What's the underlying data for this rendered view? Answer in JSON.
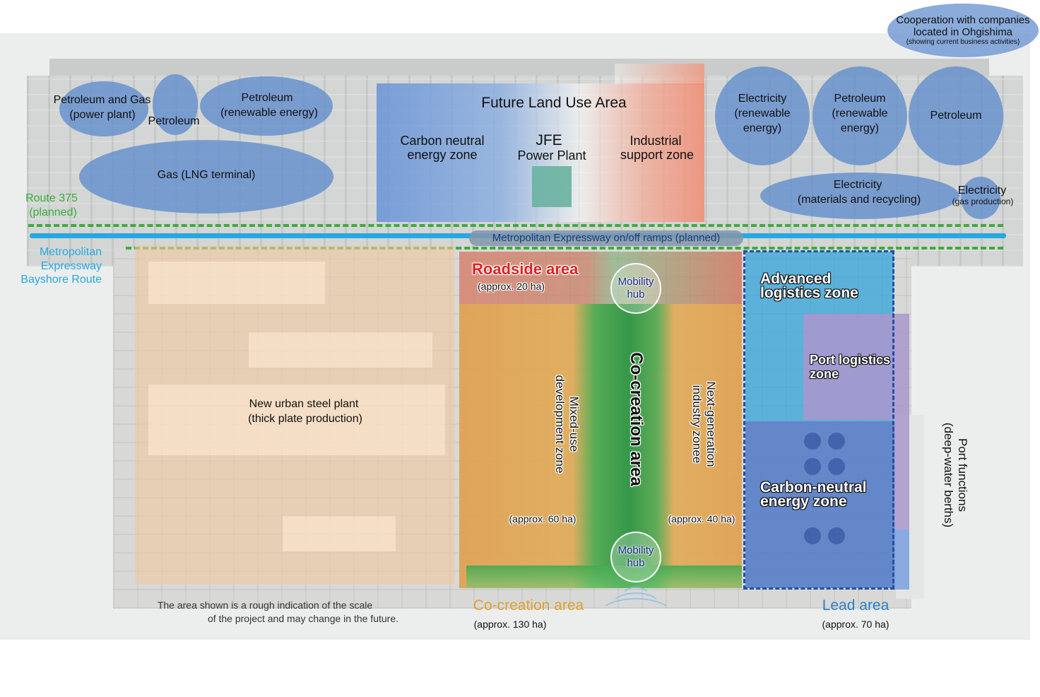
{
  "cooperation": {
    "line1": "Cooperation with companies",
    "line2": "located in Ohgishima",
    "note": "(showing current business activities)"
  },
  "north_facilities": {
    "petroleum_gas": "Petroleum and Gas",
    "power_plant": "(power plant)",
    "petroleum_small": "Petroleum",
    "petroleum_renewable_1": "Petroleum",
    "petroleum_renewable_2": "(renewable energy)",
    "gas_lng": "Gas (LNG terminal)",
    "electricity_renew_1": "Electricity",
    "electricity_renew_2": "(renewable",
    "electricity_renew_3": "energy)",
    "petro_renew_b_1": "Petroleum",
    "petro_renew_b_2": "(renewable",
    "petro_renew_b_3": "energy)",
    "petroleum_right": "Petroleum",
    "electricity_materials_1": "Electricity",
    "electricity_materials_2": "(materials and recycling)",
    "electricity_gas_1": "Electricity",
    "electricity_gas_2": "(gas production)"
  },
  "future_area": {
    "title": "Future Land Use Area",
    "carbon_1": "Carbon neutral",
    "carbon_2": "energy zone",
    "jfe_1": "JFE",
    "jfe_2": "Power Plant",
    "industrial_1": "Industrial",
    "industrial_2": "support zone"
  },
  "roads": {
    "route375_1": "Route 375",
    "route375_2": "(planned)",
    "expressway_1": "Metropolitan",
    "expressway_2": "Expressway",
    "expressway_3": "Bayshore Route",
    "ramps": "Metropolitan Expressway on/off ramps (planned)"
  },
  "south": {
    "steel_1": "New urban steel plant",
    "steel_2": "(thick plate production)",
    "roadside_title": "Roadside area",
    "roadside_size": "(approx. 20 ha)",
    "mobility_hub_1a": "Mobility",
    "mobility_hub_1b": "hub",
    "mobility_hub_2a": "Mobility",
    "mobility_hub_2b": "hub",
    "mixed_1": "Mixed-use",
    "mixed_2": "development zone",
    "mixed_size": "(approx. 60 ha)",
    "cocreation_vertical": "Co-creation area",
    "nextgen_1": "Next-generation",
    "nextgen_2": "industry zonee",
    "nextgen_size": "(approx. 40 ha)",
    "advanced_1": "Advanced",
    "advanced_2": "logistics zone",
    "port_log_1": "Port logistics",
    "port_log_2": "zone",
    "cn_1": "Carbon-neutral",
    "cn_2": "energy zone",
    "port_functions_1": "Port functions",
    "port_functions_2": "(deep-water berths)"
  },
  "bottom": {
    "disclaimer_1": "The area shown is a rough indication of the scale",
    "disclaimer_2": "of the project and may change in the future.",
    "cocreation_title": "Co-creation area",
    "cocreation_size": "(approx. 130 ha)",
    "lead_title": "Lead area",
    "lead_size": "(approx. 70 ha)"
  },
  "colors": {
    "route_green": "#3cab3c",
    "expressway_blue": "#26a9e1",
    "roadside_red": "#e0201e",
    "cocreation_orange": "#e0a030",
    "lead_blue": "#2a7fc8"
  }
}
